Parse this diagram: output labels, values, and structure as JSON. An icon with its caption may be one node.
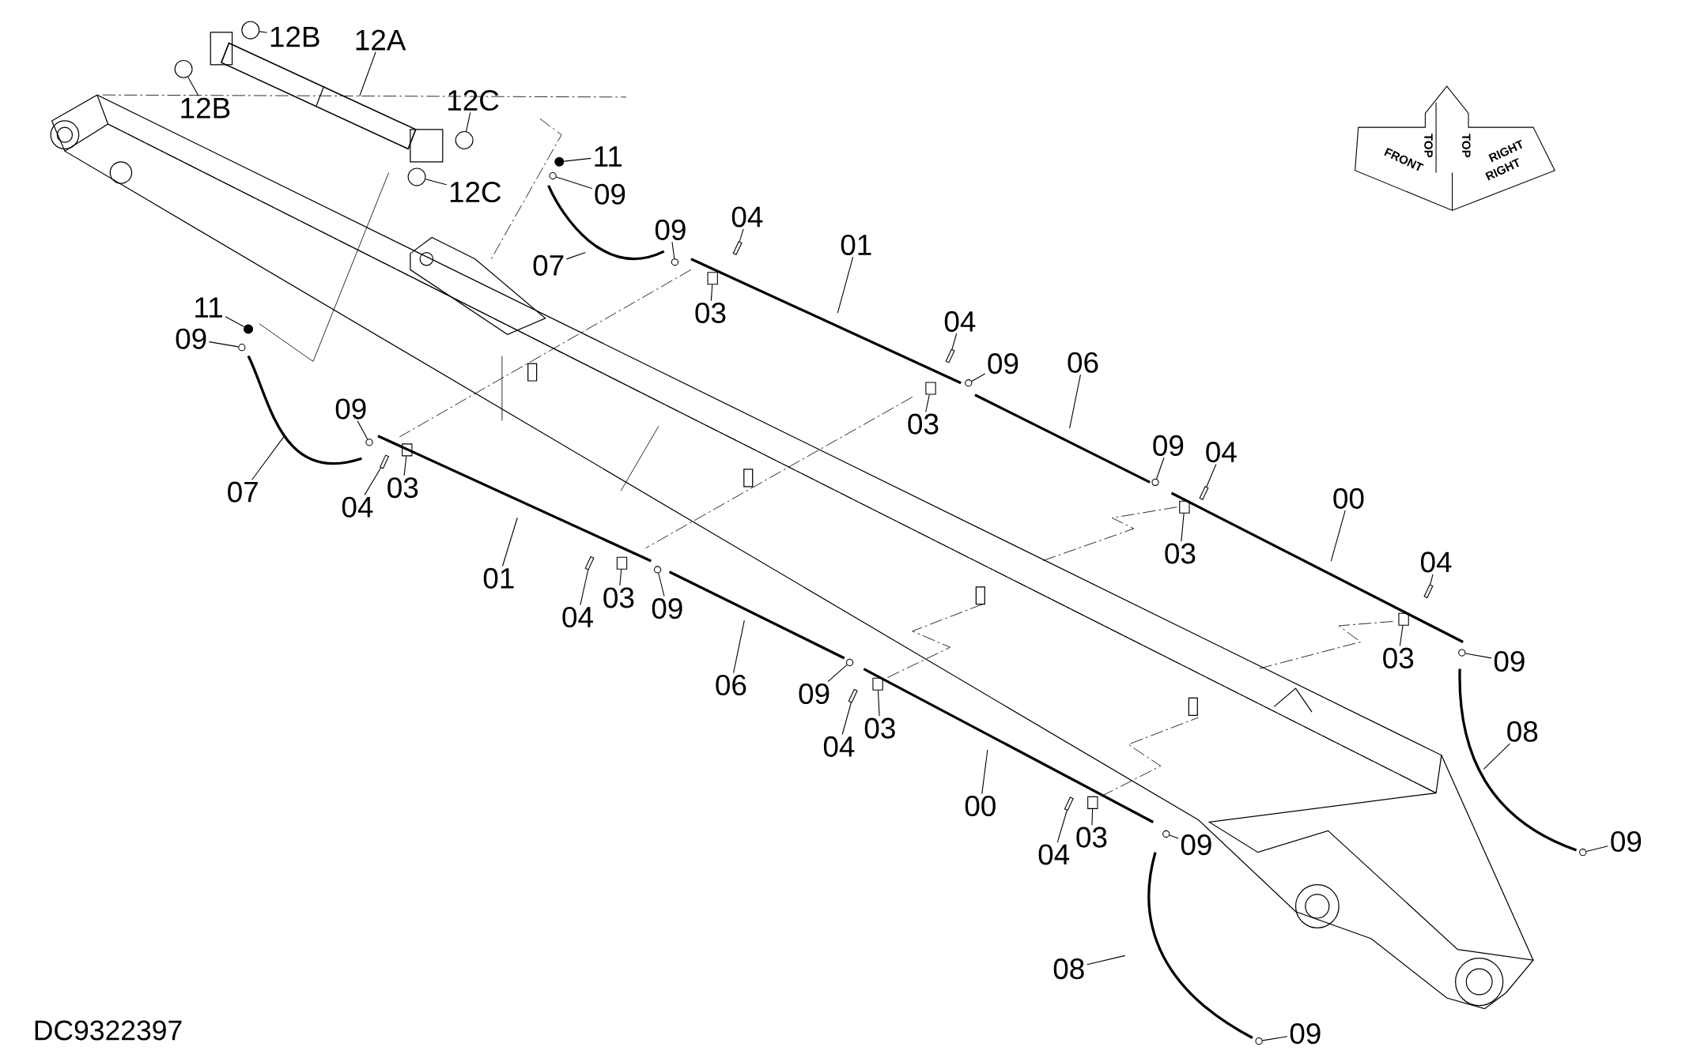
{
  "diagram": {
    "nodes": [
      {
        "text": [
          "12B"
        ]
      },
      {
        "text": [
          "12A"
        ]
      },
      {
        "text": [
          "12B"
        ]
      },
      {
        "text": [
          "12C"
        ]
      },
      {
        "text": [
          "12C"
        ]
      },
      {
        "text": [
          "11"
        ]
      },
      {
        "text": [
          "09"
        ]
      },
      {
        "text": [
          "07"
        ]
      },
      {
        "text": [
          "09"
        ]
      },
      {
        "text": [
          "04"
        ]
      },
      {
        "text": [
          "01"
        ]
      },
      {
        "text": [
          "03"
        ]
      },
      {
        "text": [
          "11"
        ]
      },
      {
        "text": [
          "09"
        ]
      },
      {
        "text": [
          "04"
        ]
      },
      {
        "text": [
          "09"
        ]
      },
      {
        "text": [
          "06"
        ]
      },
      {
        "text": [
          "03"
        ]
      },
      {
        "text": [
          "09"
        ]
      },
      {
        "text": [
          "07"
        ]
      },
      {
        "text": [
          "04"
        ]
      },
      {
        "text": [
          "03"
        ]
      },
      {
        "text": [
          "09"
        ]
      },
      {
        "text": [
          "04"
        ]
      },
      {
        "text": [
          "00"
        ]
      },
      {
        "text": [
          "03"
        ]
      },
      {
        "text": [
          "01"
        ]
      },
      {
        "text": [
          "04"
        ]
      },
      {
        "text": [
          "03"
        ]
      },
      {
        "text": [
          "09"
        ]
      },
      {
        "text": [
          "06"
        ]
      },
      {
        "text": [
          "04"
        ]
      },
      {
        "text": [
          "03"
        ]
      },
      {
        "text": [
          "09"
        ]
      },
      {
        "text": [
          "09"
        ]
      },
      {
        "text": [
          "04"
        ]
      },
      {
        "text": [
          "03"
        ]
      },
      {
        "text": [
          "08"
        ]
      },
      {
        "text": [
          "00"
        ]
      },
      {
        "text": [
          "04"
        ]
      },
      {
        "text": [
          "03"
        ]
      },
      {
        "text": [
          "09"
        ]
      },
      {
        "text": [
          "09"
        ]
      },
      {
        "text": [
          "08"
        ]
      },
      {
        "text": [
          "09"
        ]
      },
      {
        "text": [],
        "shape": "circle"
      },
      {
        "text": [],
        "shape": "circle"
      },
      {
        "text": [],
        "shape": "circle"
      },
      {
        "text": [],
        "shape": "circle"
      },
      {
        "text": [],
        "shape": "circle"
      },
      {
        "text": [],
        "shape": "circle"
      },
      {
        "text": [],
        "shape": "circle"
      },
      {
        "text": [],
        "shape": "bar"
      },
      {
        "text": [],
        "shape": "box"
      },
      {
        "text": [],
        "shape": "circle"
      },
      {
        "text": [],
        "shape": "circle"
      },
      {
        "text": [],
        "shape": "bar"
      },
      {
        "text": [],
        "shape": "circle"
      },
      {
        "text": [],
        "shape": "box"
      },
      {
        "text": [],
        "shape": "circle"
      },
      {
        "text": [],
        "shape": "bar"
      },
      {
        "text": [],
        "shape": "box"
      },
      {
        "text": [],
        "shape": "circle"
      },
      {
        "text": [],
        "shape": "bar"
      },
      {
        "text": [],
        "shape": "box"
      },
      {
        "text": [],
        "shape": "bar"
      },
      {
        "text": [],
        "shape": "box"
      },
      {
        "text": [],
        "shape": "circle"
      },
      {
        "text": [],
        "shape": "bar"
      },
      {
        "text": [],
        "shape": "box"
      },
      {
        "text": [],
        "shape": "circle"
      },
      {
        "text": [],
        "shape": "circle"
      },
      {
        "text": [],
        "shape": "bar"
      },
      {
        "text": [],
        "shape": "box"
      },
      {
        "text": [],
        "shape": "bar"
      },
      {
        "text": [],
        "shape": "box"
      },
      {
        "text": [],
        "shape": "circle"
      },
      {
        "text": [],
        "shape": "circle"
      },
      {
        "text": [],
        "shape": "circle"
      }
    ],
    "edges": [
      {
        "from": 0,
        "to": 45,
        "arrow": "none"
      },
      {
        "from": 1,
        "to": null,
        "arrow": "none"
      },
      {
        "from": 2,
        "to": 46,
        "arrow": "none"
      },
      {
        "from": 3,
        "to": 47,
        "arrow": "none"
      },
      {
        "from": 4,
        "to": 48,
        "arrow": "none"
      },
      {
        "from": 5,
        "to": 49,
        "arrow": "none"
      },
      {
        "from": 6,
        "to": 50,
        "arrow": "none"
      },
      {
        "from": 7,
        "to": null,
        "arrow": "none"
      },
      {
        "from": 8,
        "to": 51,
        "arrow": "none"
      },
      {
        "from": 9,
        "to": 52,
        "arrow": "none"
      },
      {
        "from": 10,
        "to": null,
        "arrow": "none"
      },
      {
        "from": 11,
        "to": 53,
        "arrow": "none"
      },
      {
        "from": 12,
        "to": 54,
        "arrow": "none"
      },
      {
        "from": 13,
        "to": 55,
        "arrow": "none"
      },
      {
        "from": 14,
        "to": 56,
        "arrow": "none"
      },
      {
        "from": 15,
        "to": 57,
        "arrow": "none"
      },
      {
        "from": 16,
        "to": null,
        "arrow": "none"
      },
      {
        "from": 17,
        "to": 58,
        "arrow": "none"
      },
      {
        "from": 18,
        "to": 59,
        "arrow": "none"
      },
      {
        "from": 19,
        "to": null,
        "arrow": "none"
      },
      {
        "from": 20,
        "to": 60,
        "arrow": "none"
      },
      {
        "from": 21,
        "to": 61,
        "arrow": "none"
      },
      {
        "from": 22,
        "to": 62,
        "arrow": "none"
      },
      {
        "from": 23,
        "to": 63,
        "arrow": "none"
      },
      {
        "from": 24,
        "to": null,
        "arrow": "none"
      },
      {
        "from": 25,
        "to": 64,
        "arrow": "none"
      },
      {
        "from": 26,
        "to": null,
        "arrow": "none"
      },
      {
        "from": 27,
        "to": 65,
        "arrow": "none"
      },
      {
        "from": 28,
        "to": 66,
        "arrow": "none"
      },
      {
        "from": 29,
        "to": 67,
        "arrow": "none"
      },
      {
        "from": 30,
        "to": null,
        "arrow": "none"
      },
      {
        "from": 31,
        "to": 68,
        "arrow": "none"
      },
      {
        "from": 32,
        "to": 69,
        "arrow": "none"
      },
      {
        "from": 33,
        "to": 70,
        "arrow": "none"
      },
      {
        "from": 34,
        "to": 71,
        "arrow": "none"
      },
      {
        "from": 35,
        "to": 72,
        "arrow": "none"
      },
      {
        "from": 36,
        "to": 73,
        "arrow": "none"
      },
      {
        "from": 37,
        "to": null,
        "arrow": "none"
      },
      {
        "from": 38,
        "to": null,
        "arrow": "none"
      },
      {
        "from": 39,
        "to": 74,
        "arrow": "none"
      },
      {
        "from": 40,
        "to": 75,
        "arrow": "none"
      },
      {
        "from": 41,
        "to": 76,
        "arrow": "none"
      },
      {
        "from": 42,
        "to": 77,
        "arrow": "none"
      },
      {
        "from": 43,
        "to": null,
        "arrow": "none"
      },
      {
        "from": 44,
        "to": 78,
        "arrow": "none"
      }
    ],
    "labels": [
      "TOP",
      "TOP",
      "FRONT",
      "RIGHT",
      "RIGHT",
      "DC9322397"
    ]
  }
}
